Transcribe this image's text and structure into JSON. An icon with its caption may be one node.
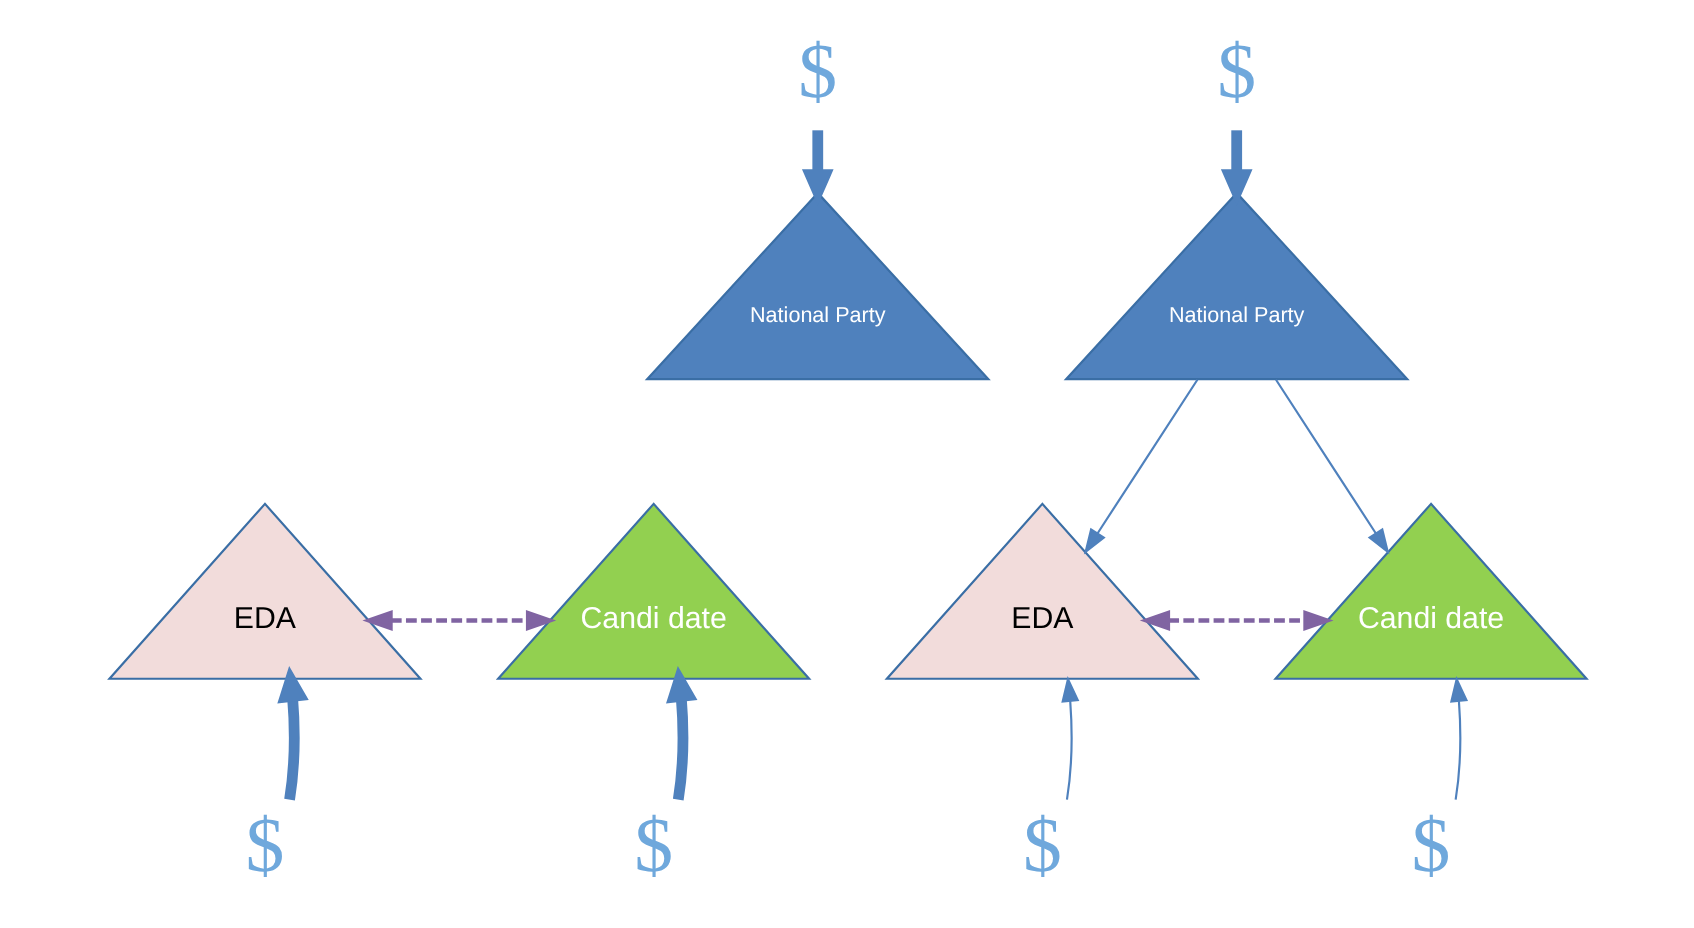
{
  "diagram": {
    "nodes": [
      {
        "text": [
          "$"
        ]
      },
      {
        "text": [
          "National Party"
        ]
      },
      {
        "text": [
          "EDA"
        ]
      },
      {
        "text": [
          "Candi date"
        ]
      },
      {
        "text": [
          "$"
        ]
      },
      {
        "text": [
          "$"
        ]
      },
      {
        "text": [
          "$"
        ]
      },
      {
        "text": [
          "National Party"
        ]
      },
      {
        "text": [
          "EDA"
        ]
      },
      {
        "text": [
          "Candi date"
        ]
      },
      {
        "text": [
          "$"
        ]
      },
      {
        "text": [
          "$"
        ]
      }
    ],
    "edges": [
      {
        "from": 0,
        "to": 1,
        "arrow": "to",
        "style": "thick"
      },
      {
        "from": 4,
        "to": 2,
        "arrow": "to",
        "style": "thick"
      },
      {
        "from": 5,
        "to": 3,
        "arrow": "to",
        "style": "thick"
      },
      {
        "from": 2,
        "to": 3,
        "arrow": "both",
        "style": "dashed",
        "color": "#8064a2"
      },
      {
        "from": 6,
        "to": 7,
        "arrow": "to",
        "style": "thick"
      },
      {
        "from": 7,
        "to": 8,
        "arrow": "to"
      },
      {
        "from": 7,
        "to": 9,
        "arrow": "to"
      },
      {
        "from": 10,
        "to": 8,
        "arrow": "to"
      },
      {
        "from": 11,
        "to": 9,
        "arrow": "to"
      },
      {
        "from": 8,
        "to": 9,
        "arrow": "both",
        "style": "dashed",
        "color": "#8064a2"
      }
    ]
  }
}
